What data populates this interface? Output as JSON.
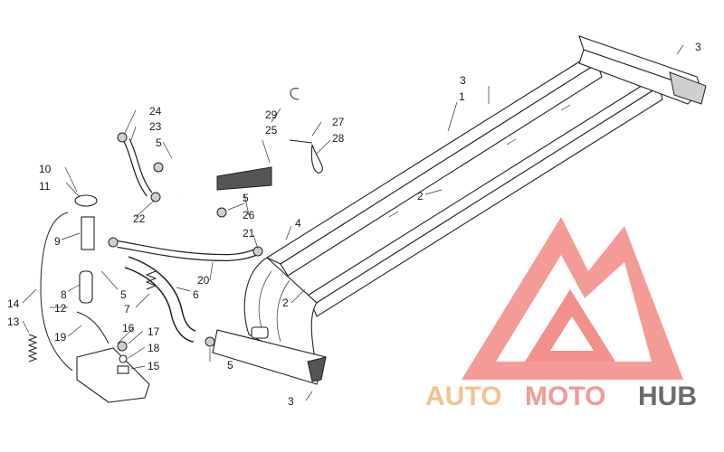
{
  "diagram": {
    "callouts": [
      "1",
      "2",
      "2",
      "2",
      "3",
      "3",
      "3",
      "4",
      "5",
      "5",
      "5",
      "5",
      "5",
      "6",
      "7",
      "8",
      "9",
      "10",
      "11",
      "12",
      "13",
      "14",
      "15",
      "16",
      "17",
      "18",
      "19",
      "20",
      "21",
      "22",
      "23",
      "24",
      "25",
      "26",
      "27",
      "28",
      "29"
    ]
  },
  "watermark": {
    "part1": "AUTO",
    "part2": "MOTO",
    "part3": "HUB",
    "colors": {
      "auto": "#f2c48f",
      "moto": "#f29b95",
      "hub": "#6b6b6b",
      "logo": "#f27d78"
    }
  }
}
